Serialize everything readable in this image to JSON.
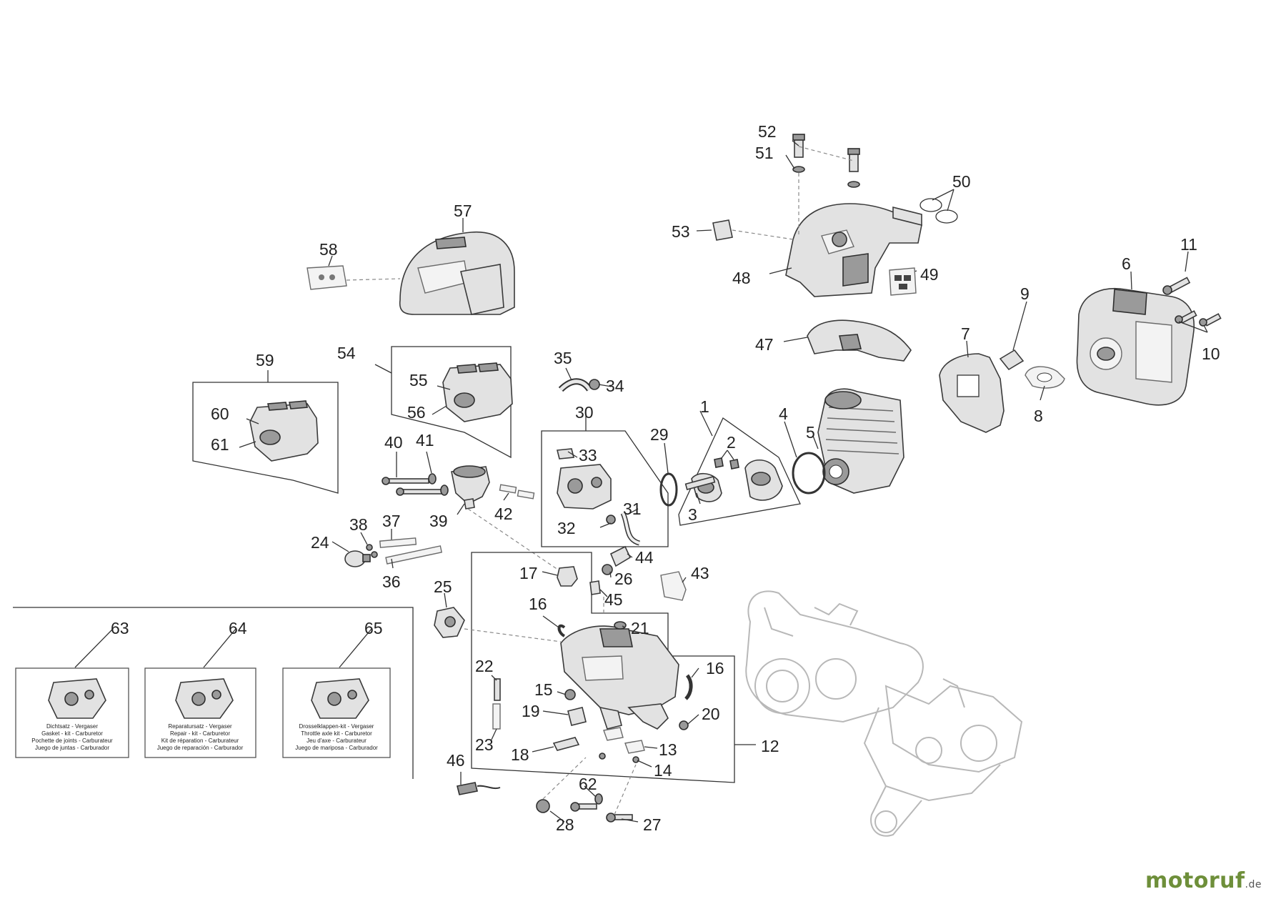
{
  "diagram": {
    "callouts": {
      "c1": "1",
      "c2": "2",
      "c3": "3",
      "c4": "4",
      "c5": "5",
      "c6": "6",
      "c7": "7",
      "c8": "8",
      "c9": "9",
      "c10": "10",
      "c11": "11",
      "c12": "12",
      "c13": "13",
      "c14": "14",
      "c15": "15",
      "c16a": "16",
      "c16b": "16",
      "c17": "17",
      "c18": "18",
      "c19": "19",
      "c20": "20",
      "c21": "21",
      "c22": "22",
      "c23": "23",
      "c24": "24",
      "c25": "25",
      "c26": "26",
      "c27": "27",
      "c28": "28",
      "c29": "29",
      "c30": "30",
      "c31": "31",
      "c32": "32",
      "c33": "33",
      "c34": "34",
      "c35": "35",
      "c36": "36",
      "c37": "37",
      "c38": "38",
      "c39": "39",
      "c40": "40",
      "c41": "41",
      "c42": "42",
      "c43": "43",
      "c44": "44",
      "c45": "45",
      "c46": "46",
      "c47": "47",
      "c48": "48",
      "c49": "49",
      "c50": "50",
      "c51": "51",
      "c52": "52",
      "c53": "53",
      "c54": "54",
      "c55": "55",
      "c56": "56",
      "c57": "57",
      "c58": "58",
      "c59": "59",
      "c60": "60",
      "c61": "61",
      "c62": "62",
      "c63": "63",
      "c64": "64",
      "c65": "65"
    },
    "kits": {
      "k63": [
        "Dichtsatz - Vergaser",
        "Gasket - kit - Carburetor",
        "Pochette de joints - Carburateur",
        "Juego de juntas - Carburador"
      ],
      "k64": [
        "Reparatursatz - Vergaser",
        "Repair - kit - Carburetor",
        "Kit de réparation - Carburateur",
        "Juego de reparación - Carburador"
      ],
      "k65": [
        "Drosselklappen-kit - Vergaser",
        "Throttle axle kit - Carburetor",
        "Jeu d'axe - Carburateur",
        "Juego de mariposa - Carburador"
      ]
    }
  },
  "brand": {
    "name": "motoruf",
    "suffix": ".de"
  },
  "colors": {
    "brand": "#6e8f3a",
    "line": "#333333",
    "part_fill": "#e2e2e2"
  }
}
